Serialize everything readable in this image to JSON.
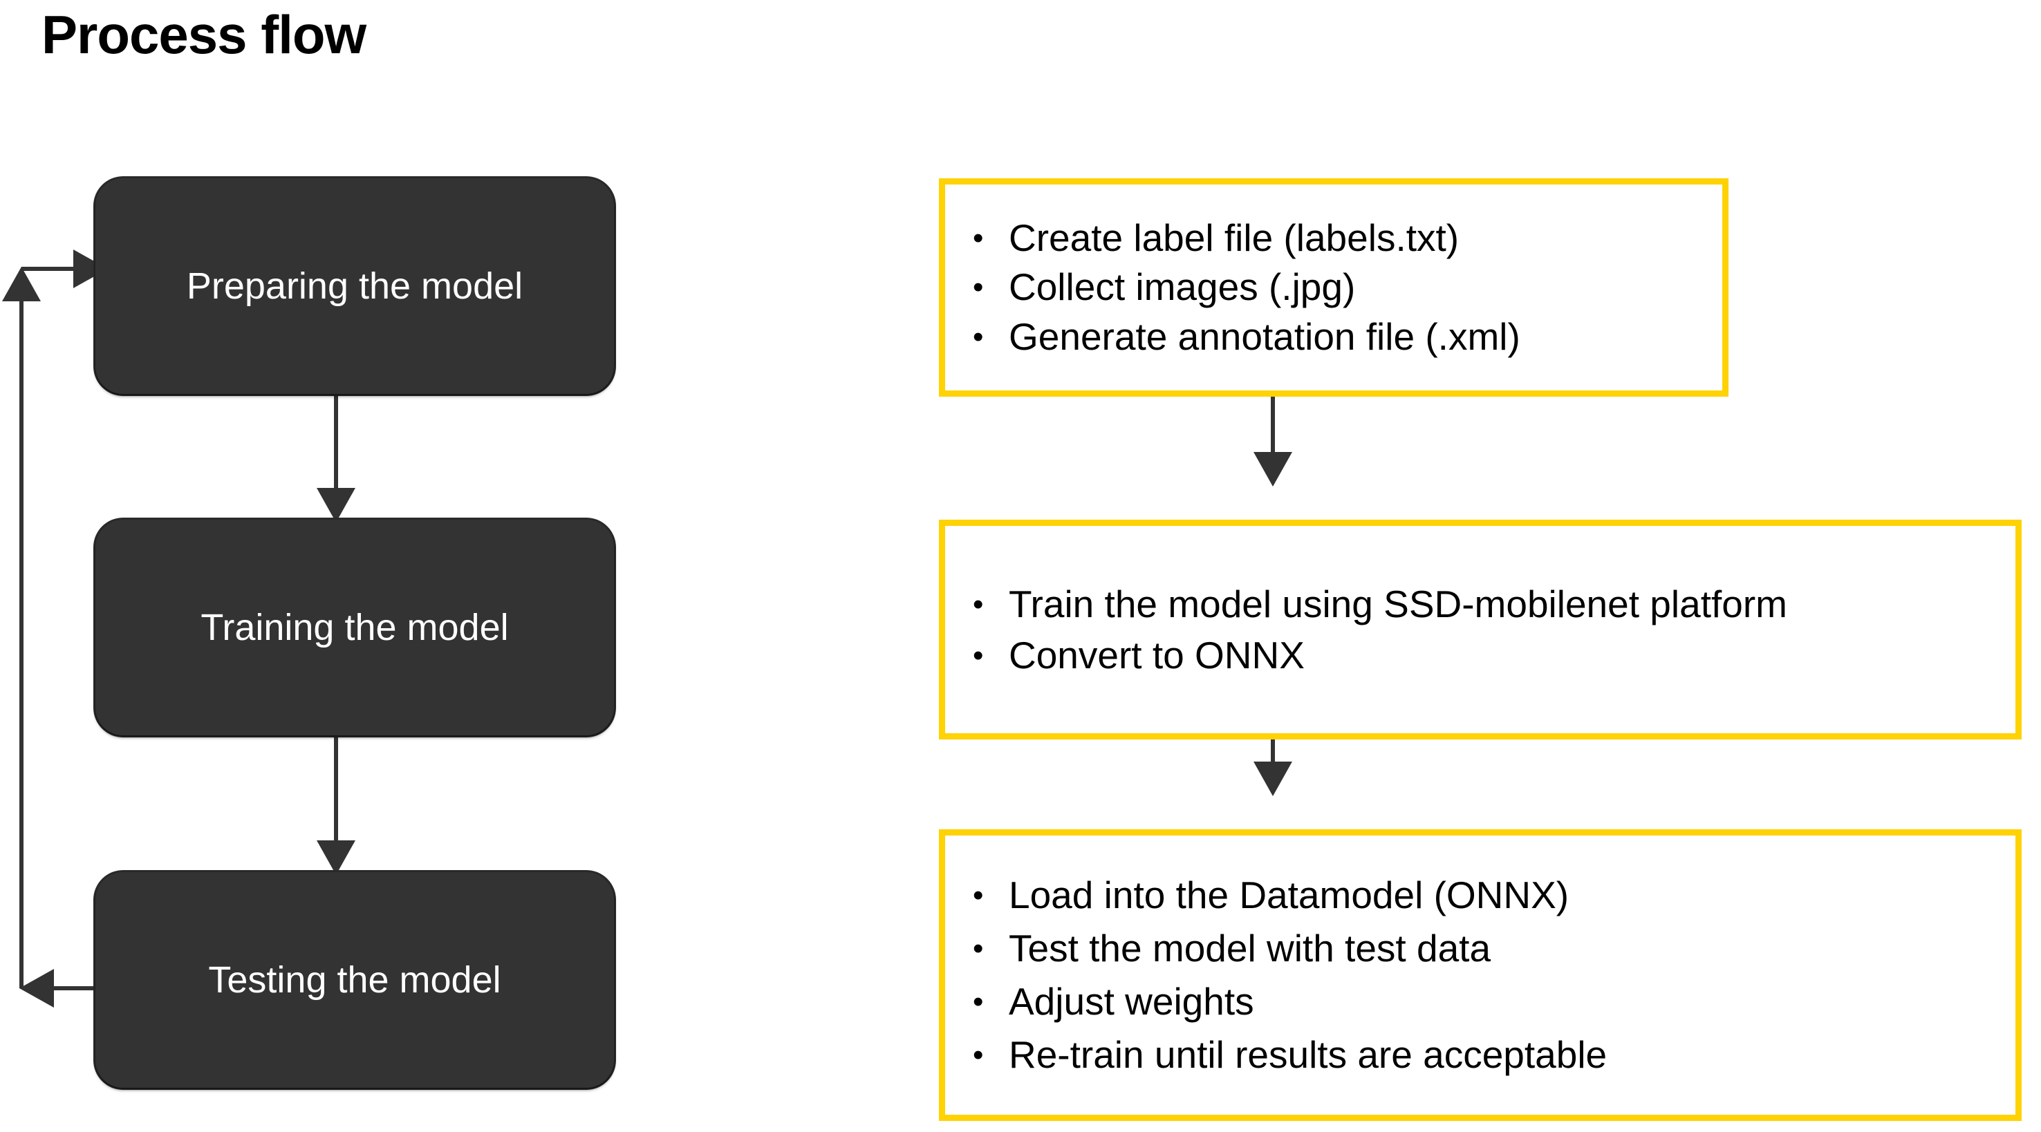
{
  "slide": {
    "title": "Process flow",
    "background_color": "#ffffff"
  },
  "theme": {
    "process_box_fill": "#333333",
    "process_box_text": "#ffffff",
    "detail_box_border": "#ffd204",
    "detail_box_fill": "#ffffff",
    "text_color": "#000000",
    "connector_color": "#333333"
  },
  "process_flow": {
    "steps": [
      {
        "label": "Preparing the model"
      },
      {
        "label": "Training the model"
      },
      {
        "label": "Testing the model"
      }
    ]
  },
  "detail_boxes": [
    {
      "bullet_marker": "•",
      "items": [
        "Create label file (labels.txt)",
        "Collect images (.jpg)",
        "Generate annotation file (.xml)"
      ]
    },
    {
      "bullet_marker": "•",
      "items": [
        "Train the model using SSD-mobilenet platform",
        "Convert to ONNX"
      ]
    },
    {
      "bullet_marker": "•",
      "items": [
        "Load into the Datamodel (ONNX)",
        "Test the model with test data",
        "Adjust weights",
        "Re-train until results are acceptable"
      ]
    }
  ],
  "connectors": [
    {
      "name": "prepare-to-train",
      "direction": "down"
    },
    {
      "name": "train-to-test",
      "direction": "down"
    },
    {
      "name": "test-feedback-to-prepare",
      "direction": "loop-left-up"
    },
    {
      "name": "detail1-to-detail2",
      "direction": "down"
    },
    {
      "name": "detail2-to-detail3",
      "direction": "down"
    }
  ]
}
